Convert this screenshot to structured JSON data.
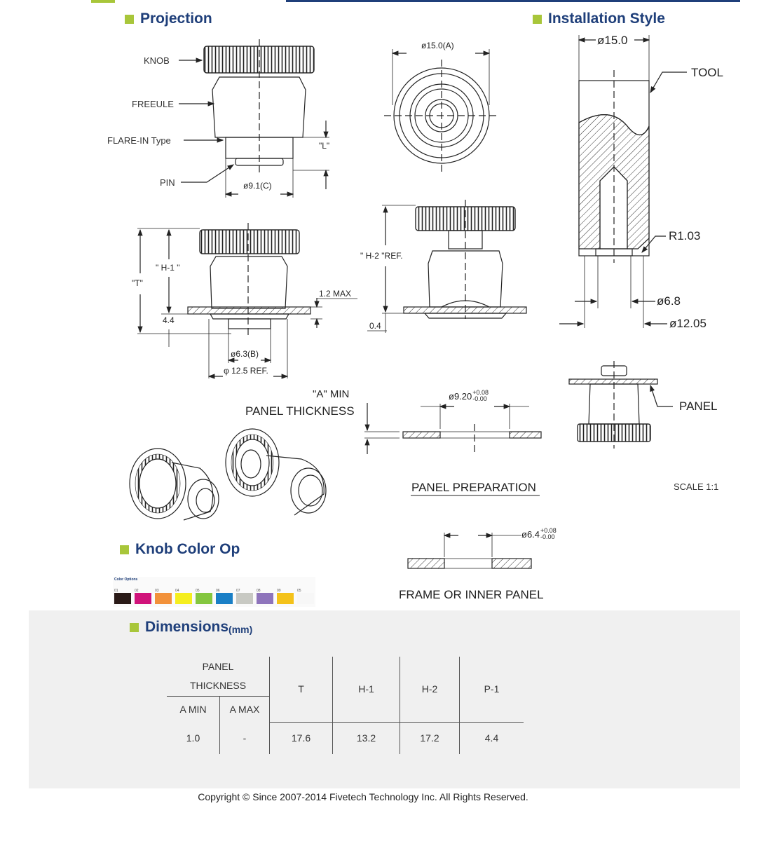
{
  "sections": {
    "projection": "Projection",
    "installation": "Installation Style",
    "knob_color": "Knob Color Op",
    "dimensions": "Dimensions",
    "dimensions_unit": "(mm)"
  },
  "projection_labels": {
    "knob": "KNOB",
    "freeule": "FREEULE",
    "flare": "FLARE-IN Type",
    "pin": "PIN",
    "l": "\"L\"",
    "phi91": "ø9.1(C)",
    "phi15a": "ø15.0(A)",
    "t": "\"T\"",
    "h1": "\" H-1 \"",
    "v44": "4.4",
    "max12": "1.2 MAX",
    "phi63": "ø6.3(B)",
    "phi125": "φ 12.5 REF.",
    "h2": "\" H-2 \"REF.",
    "v04": "0.4"
  },
  "installation_labels": {
    "phi150": "ø15.0",
    "tool": "TOOL",
    "r103": "R1.03",
    "phi68": "ø6.8",
    "phi1205": "ø12.05",
    "panel": "PANEL",
    "scale": "SCALE 1:1"
  },
  "panel_prep": {
    "a_min": "\"A\" MIN",
    "thickness": "PANEL THICKNESS",
    "phi920": "ø9.20",
    "tol_up": "+0.08",
    "tol_down": "-0.00",
    "title": "PANEL PREPARATION",
    "phi64": "ø6.4",
    "frame": "FRAME OR INNER PANEL"
  },
  "color_options": {
    "title": "Color Options",
    "swatches": [
      {
        "num": "01",
        "color": "#2a1a17"
      },
      {
        "num": "02",
        "color": "#d0127a"
      },
      {
        "num": "03",
        "color": "#f2913a"
      },
      {
        "num": "04",
        "color": "#f5ee1e"
      },
      {
        "num": "05",
        "color": "#84c63f"
      },
      {
        "num": "06",
        "color": "#1a7fc6"
      },
      {
        "num": "07",
        "color": "#c8c9c3"
      },
      {
        "num": "08",
        "color": "#8e74bb"
      },
      {
        "num": "09",
        "color": "#f4c21a"
      },
      {
        "num": "05",
        "color": "#f7f7f7"
      }
    ]
  },
  "table": {
    "panel": "PANEL",
    "thickness": "THICKNESS",
    "a_min": "A MIN",
    "a_max": "A MAX",
    "t": "T",
    "h1": "H-1",
    "h2": "H-2",
    "p1": "P-1",
    "row": {
      "a_min": "1.0",
      "a_max": "-",
      "t": "17.6",
      "h1": "13.2",
      "h2": "17.2",
      "p1": "4.4"
    }
  },
  "footer": {
    "copyright": "Copyright © Since 2007-2014 Fivetech Technology Inc. All Rights Reserved."
  },
  "colors": {
    "title_blue": "#1f3f7a",
    "accent_green": "#a8c63a",
    "panel_gray": "#f0f0f0"
  }
}
